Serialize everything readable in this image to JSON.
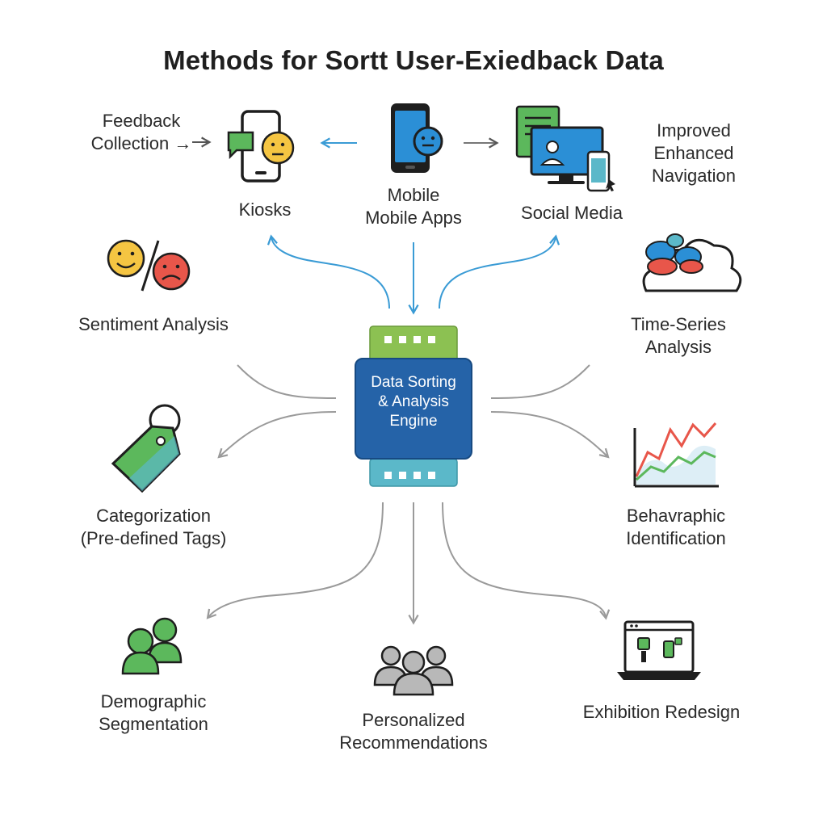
{
  "title": "Methods for Sortt User-Exiedback Data",
  "engine": {
    "line1": "Data Sorting",
    "line2": "& Analysis",
    "line3": "Engine"
  },
  "nodes": {
    "feedback_collection": {
      "line1": "Feedback",
      "line2": "Collection →"
    },
    "kiosks": {
      "label": "Kiosks"
    },
    "mobile_apps": {
      "line1": "Mobile",
      "line2": "Mobile Apps"
    },
    "social_media": {
      "label": "Social Media"
    },
    "improved_navigation": {
      "line1": "Improved",
      "line2": "Enhanced",
      "line3": "Navigation"
    },
    "sentiment_analysis": {
      "label": "Sentiment Analysis"
    },
    "time_series_analysis": {
      "line1": "Time-Series",
      "line2": "Analysis"
    },
    "categorization": {
      "line1": "Categorization",
      "line2": "(Pre-defined Tags)"
    },
    "behavioral_identification": {
      "line1": "Behavraphic",
      "line2": "Identification"
    },
    "demographic_segmentation": {
      "line1": "Demographic",
      "line2": "Segmentation"
    },
    "personalized_recommendations": {
      "line1": "Personalized",
      "line2": "Recommendations"
    },
    "exhibition_redesign": {
      "label": "Exhibition Redesign"
    }
  },
  "colors": {
    "engine_blue": "#2563a8",
    "engine_green": "#8cc152",
    "engine_teal": "#5bb8c9",
    "arrow_blue": "#3a9bd5",
    "arrow_gray": "#9a9a9a",
    "icon_green": "#5cb85c",
    "icon_blue": "#2b8fd6",
    "icon_yellow": "#f5c542",
    "icon_red": "#e8564a"
  }
}
